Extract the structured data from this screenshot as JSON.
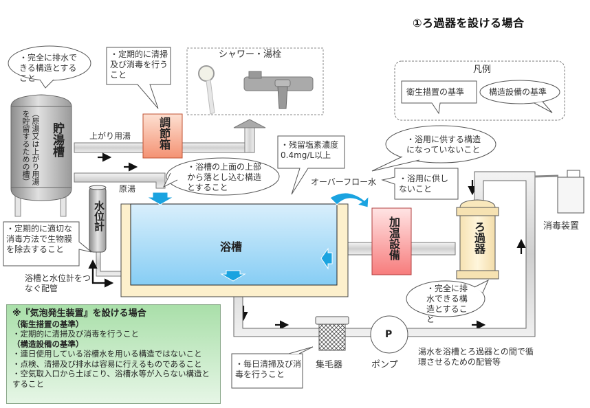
{
  "title": "①ろ過器を設ける場合",
  "legend": {
    "heading": "凡例",
    "hygiene": "衛生措置の基準",
    "structure": "構造設備の基準"
  },
  "components": {
    "storage_tank": "貯湯槽",
    "storage_tank_note": "（原湯又は上がり用湯を貯留するための槽）",
    "regulating_box": "調節箱",
    "shower_faucet": "シャワー・湯栓",
    "water_level_gauge": "水位計",
    "bathtub": "浴槽",
    "heater": "加温設備",
    "filter": "ろ過器",
    "disinfection_device": "消毒装置",
    "hair_catcher": "集毛器",
    "pump": "ポンプ",
    "pump_symbol": "P"
  },
  "labels": {
    "rinse_water": "上がり用湯",
    "raw_water": "原湯",
    "overflow_water": "オーバーフロー水",
    "gauge_pipe": "浴槽と水位計をつなぐ配管",
    "circulation_pipe": "湯水を浴槽とろ過器との間で循環させるための配管等"
  },
  "callouts": {
    "tank_drain": "・完全に排水できる構造とすること",
    "box_clean": "・定期的に清掃及び消毒を行うこと",
    "chlorine": "・残留塩素濃度 0.4mg/L以上",
    "inlet_top": "・浴槽の上面の上部から落とし込む構造とすること",
    "overflow_struct": "・浴用に供する構造になっていないこと",
    "overflow_use": "・浴用に供しないこと",
    "gauge_biofilm": "・定期的に適切な消毒方法で生物膜を除去すること",
    "filter_drain": "・完全に排水できる構造とすること",
    "hair_clean": "・毎日清掃及び消毒を行うこと"
  },
  "bubble_note": {
    "heading": "※『気泡発生装置』を設ける場合",
    "hygiene_heading": "（衛生措置の基準）",
    "hygiene_items": [
      "・定期的に清掃及び消毒を行うこと"
    ],
    "structure_heading": "（構造設備の基準）",
    "structure_items": [
      "・連日使用している浴槽水を用いる構造ではないこと",
      "・点検、清掃及び排水は容易に行えるものであること",
      "・空気取入口から土ぼこり、浴槽水等が入らない構造とすること"
    ]
  },
  "colors": {
    "bathtub_water": "#8fd0f5",
    "tub_frame": "#fdf0cc",
    "regulating_box": "#f6a07e",
    "heater": "#f98b8b",
    "flow_arrow": "#1aa3e0",
    "green_note": "#a9dfa9"
  }
}
